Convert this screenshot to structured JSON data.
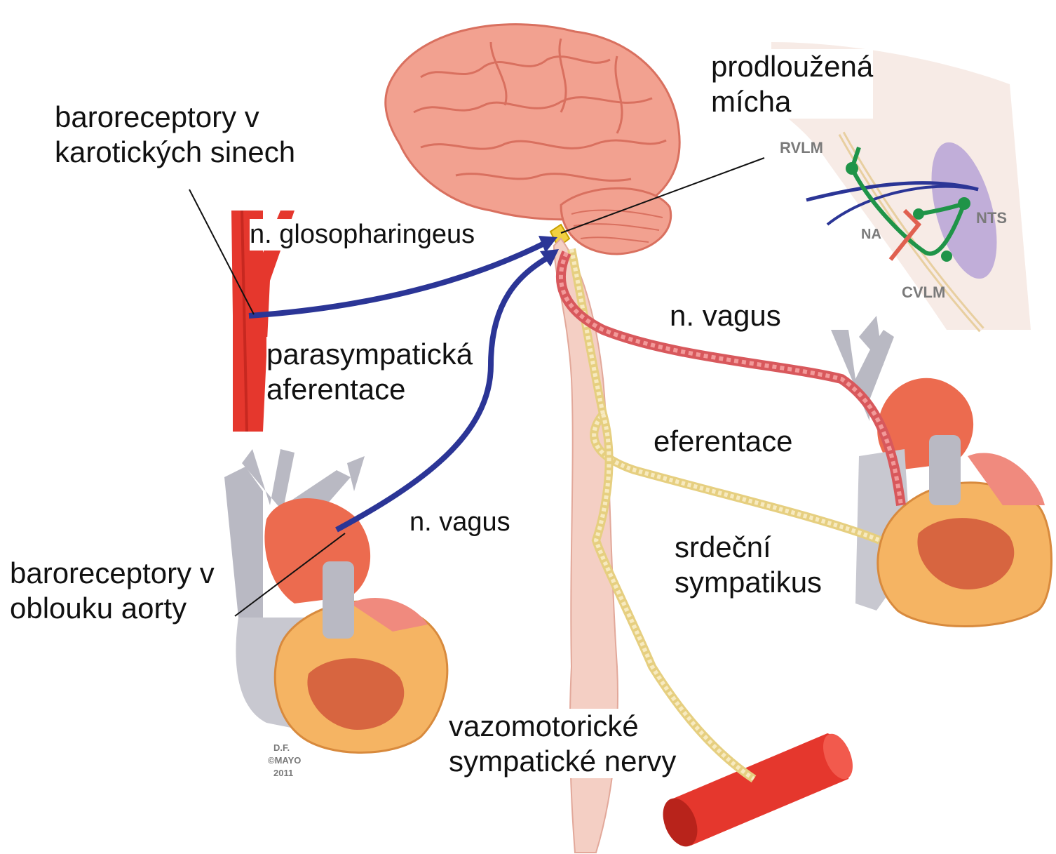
{
  "labels": {
    "baro_carotid_1": "baroreceptory v",
    "baro_carotid_2": "karotických sinech",
    "glosso": "n. glosopharingeus",
    "para_1": "parasympatická",
    "para_2": "aferentace",
    "vagus_aff": "n. vagus",
    "baro_aorta_1": "baroreceptory v",
    "baro_aorta_2": "oblouku aorty",
    "medulla_1": "prodloužená",
    "medulla_2": "mícha",
    "vagus_eff": "n. vagus",
    "efferent": "eferentace",
    "cardiac_1": "srdeční",
    "cardiac_2": "sympatikus",
    "vaso_1": "vazomotorické",
    "vaso_2": "sympatické nervy"
  },
  "inset": {
    "rvlm": "RVLM",
    "na": "NA",
    "nts": "NTS",
    "cvlm": "CVLM"
  },
  "signature": {
    "line1": "D.F.",
    "line2": "©MAYO",
    "line3": "2011"
  },
  "colors": {
    "afferent_nerve": "#2b3596",
    "efferent_vagus": "#d8585c",
    "sympathetic_nerve": "#f0dc98",
    "brain": "#f2a190",
    "artery": "#e5372d",
    "vein": "#b9b9c3",
    "heart": "#ec6b4f",
    "inset_green": "#1f9448",
    "inset_purple": "#b7a3d6"
  }
}
